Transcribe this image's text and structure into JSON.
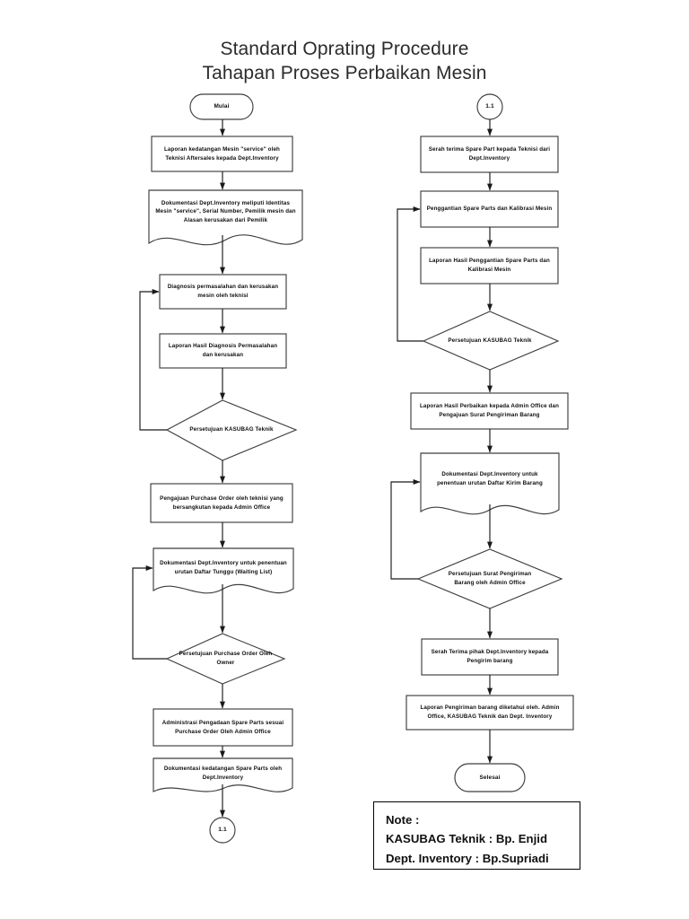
{
  "document": {
    "title_lines": [
      "Standard Oprating Procedure",
      "Tahapan Proses Perbaikan Mesin"
    ]
  },
  "flowchart": {
    "type": "flowchart",
    "orientation": "two-column",
    "left_column": {
      "nodes": [
        {
          "id": "start",
          "shape": "terminator",
          "label": "Mulai"
        },
        {
          "id": "l1",
          "shape": "process",
          "label": "Laporan kedatangan Mesin \"service\" oleh Teknisi Aftersales kepada Dept.Inventory"
        },
        {
          "id": "l2",
          "shape": "document",
          "label": "Dokumentasi Dept.Inventory meliputi Identitas Mesin \"service\", Serial Number, Pemilik mesin dan Alasan kerusakan dari Pemilik"
        },
        {
          "id": "l3",
          "shape": "process",
          "label": "Diagnosis permasalahan dan kerusakan mesin oleh teknisi"
        },
        {
          "id": "l4",
          "shape": "process",
          "label": "Laporan Hasil Diagnosis Permasalahan dan kerusakan"
        },
        {
          "id": "l5",
          "shape": "decision",
          "label": "Persetujuan KASUBAG Teknik"
        },
        {
          "id": "l6",
          "shape": "process",
          "label": "Pengajuan Purchase Order oleh teknisi yang bersangkutan kepada Admin Office"
        },
        {
          "id": "l7",
          "shape": "document",
          "label": "Dokumentasi Dept.Inventory untuk penentuan urutan Daftar Tunggu (Waiting List)"
        },
        {
          "id": "l8",
          "shape": "decision",
          "label": "Persetujuan Purchase Order Oleh Owner"
        },
        {
          "id": "l9",
          "shape": "process",
          "label": "Administrasi Pengadaan Spare Parts sesuai Purchase Order Oleh Admin Office"
        },
        {
          "id": "l10",
          "shape": "document",
          "label": "Dokumentasi kedatangan Spare Parts oleh Dept.Inventory"
        },
        {
          "id": "l11",
          "shape": "connector",
          "label": "1.1"
        }
      ]
    },
    "right_column": {
      "nodes": [
        {
          "id": "r0",
          "shape": "connector",
          "label": "1.1"
        },
        {
          "id": "r1",
          "shape": "process",
          "label": "Serah terima Spare Part kepada Teknisi dari Dept.Inventory"
        },
        {
          "id": "r2",
          "shape": "process",
          "label": "Penggantian Spare Parts dan Kalibrasi Mesin"
        },
        {
          "id": "r3",
          "shape": "process",
          "label": "Laporan Hasil Penggantian Spare Parts dan Kalibrasi Mesin"
        },
        {
          "id": "r4",
          "shape": "decision",
          "label": "Persetujuan KASUBAG Teknik"
        },
        {
          "id": "r5",
          "shape": "process",
          "label": "Laporan Hasil Perbaikan kepada Admin Office dan Pengajuan Surat Pengiriman Barang"
        },
        {
          "id": "r6",
          "shape": "document",
          "label": "Dokumentasi Dept.Inventory untuk penentuan urutan Daftar Kirim Barang"
        },
        {
          "id": "r7",
          "shape": "decision",
          "label": "Persetujuan Surat Pengiriman Barang oleh Admin Office"
        },
        {
          "id": "r8",
          "shape": "process",
          "label": "Serah Terima pihak Dept.Inventory kepada Pengirim barang"
        },
        {
          "id": "r9",
          "shape": "process",
          "label": "Laporan Pengiriman barang diketahui oleh. Admin Office, KASUBAG Teknik dan Dept. Inventory"
        },
        {
          "id": "r10",
          "shape": "terminator",
          "label": "Selesai"
        }
      ]
    },
    "loops": [
      {
        "from": "l5",
        "to": "l3",
        "side": "left"
      },
      {
        "from": "l8",
        "to": "l7",
        "side": "left"
      },
      {
        "from": "r4",
        "to": "r2",
        "side": "left"
      },
      {
        "from": "r7",
        "to": "r6",
        "side": "left"
      }
    ]
  },
  "note": {
    "lines": [
      "Note :",
      "KASUBAG Teknik : Bp. Enjid",
      "Dept. Inventory : Bp.Supriadi"
    ]
  },
  "colors": {
    "stroke": "#3f3f3f",
    "stroke_dark": "#1a1a1a",
    "text": "#0d0d0d",
    "background": "#ffffff"
  }
}
